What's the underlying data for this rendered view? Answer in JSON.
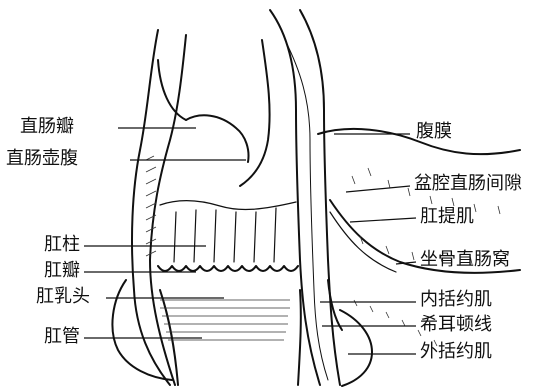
{
  "labels_left": {
    "rectal_valve": "直肠瓣",
    "rectal_ampulla": "直肠壶腹",
    "anal_column": "肛柱",
    "anal_valve": "肛瓣",
    "anal_papilla": "肛乳头",
    "anal_canal": "肛管"
  },
  "labels_right": {
    "peritoneum": "腹膜",
    "pelvirectal_space": "盆腔直肠间隙",
    "levator_ani": "肛提肌",
    "ischiorectal_fossa": "坐骨直肠窝",
    "internal_sphincter": "内括约肌",
    "hilton_line": "希耳顿线",
    "external_sphincter": "外括约肌"
  },
  "colors": {
    "ink": "#111111",
    "background": "#ffffff"
  }
}
